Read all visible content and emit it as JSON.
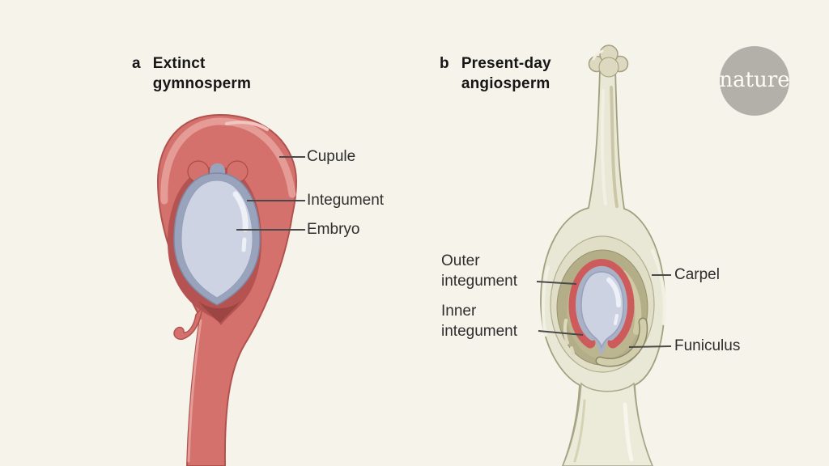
{
  "background": "#f5f3ea",
  "logo": {
    "text": "nature",
    "circle_color": "#b2b0a9",
    "text_color": "#fcfbf7"
  },
  "panel_a": {
    "letter": "a",
    "title": [
      "Extinct",
      "gymnosperm"
    ],
    "labels": {
      "cupule": "Cupule",
      "integument": "Integument",
      "embryo": "Embryo"
    },
    "colors": {
      "cupule": "#d4716d",
      "cupule_outline": "#b2524e",
      "cupule_rim_highlight": "#e59c97",
      "cavity": "#b45351",
      "integument": "#99a4bc",
      "embryo": "#cdd3e2"
    }
  },
  "panel_b": {
    "letter": "b",
    "title": [
      "Present-day",
      "angiosperm"
    ],
    "labels": {
      "outer_integument": "Outer integument",
      "inner_integument": "Inner integument",
      "carpel": "Carpel",
      "funiculus": "Funiculus"
    },
    "colors": {
      "carpel": "#e9e7d6",
      "carpel_outline": "#a3a07f",
      "ovary_ring": "#b3ae87",
      "outer_integument": "#ce5b5b",
      "inner_integument": "#a8b1c6",
      "ovule": "#ccd2e1",
      "funiculus": "#d2cdaa"
    }
  },
  "leader_line_color": "#4a4a4a"
}
